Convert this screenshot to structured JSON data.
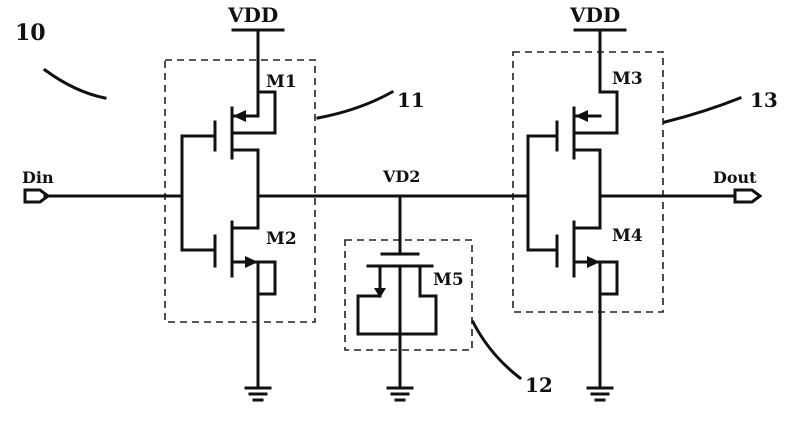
{
  "figure_number": "10",
  "labels": {
    "vdd_left": "VDD",
    "vdd_right": "VDD",
    "m1": "M1",
    "m2": "M2",
    "m3": "M3",
    "m4": "M4",
    "m5": "M5",
    "vd2": "VD2",
    "din": "Din",
    "dout": "Dout",
    "block_11": "11",
    "block_12": "12",
    "block_13": "13"
  }
}
